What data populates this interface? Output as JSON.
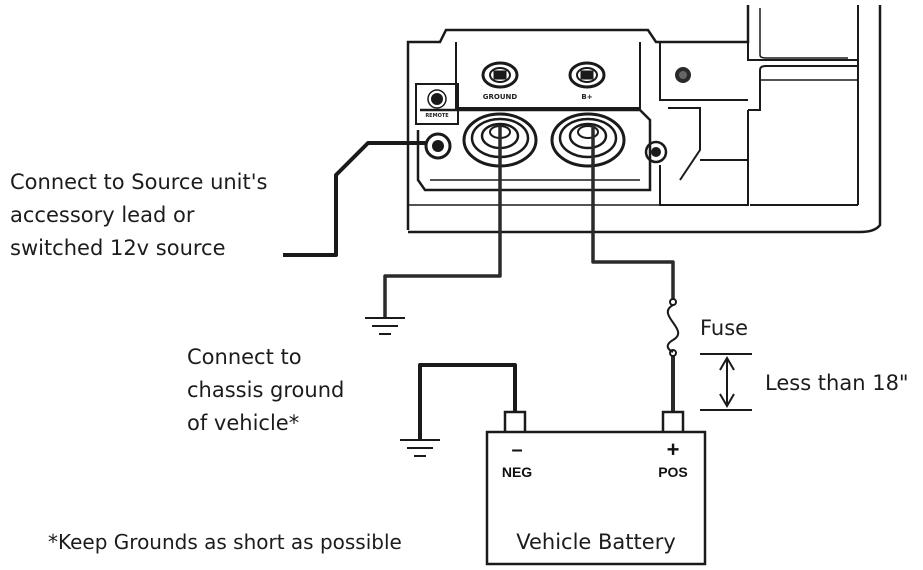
{
  "amplifier": {
    "ground_terminal_label": "GROUND",
    "power_terminal_label": "B+",
    "remote_terminal_label": "REMOTE"
  },
  "labels": {
    "remote_lines": [
      "Connect to Source unit's",
      "accessory lead or",
      "switched 12v source"
    ],
    "chassis_lines": [
      "Connect to",
      "chassis ground",
      "of vehicle*"
    ],
    "fuse": "Fuse",
    "distance": "Less than 18\"",
    "footnote": "*Keep Grounds as short as possible"
  },
  "battery": {
    "label": "Vehicle Battery",
    "neg_symbol": "–",
    "neg_label": "NEG",
    "pos_symbol": "+",
    "pos_label": "POS"
  },
  "colors": {
    "line": "#1a1a1a",
    "wire": "#333333"
  }
}
